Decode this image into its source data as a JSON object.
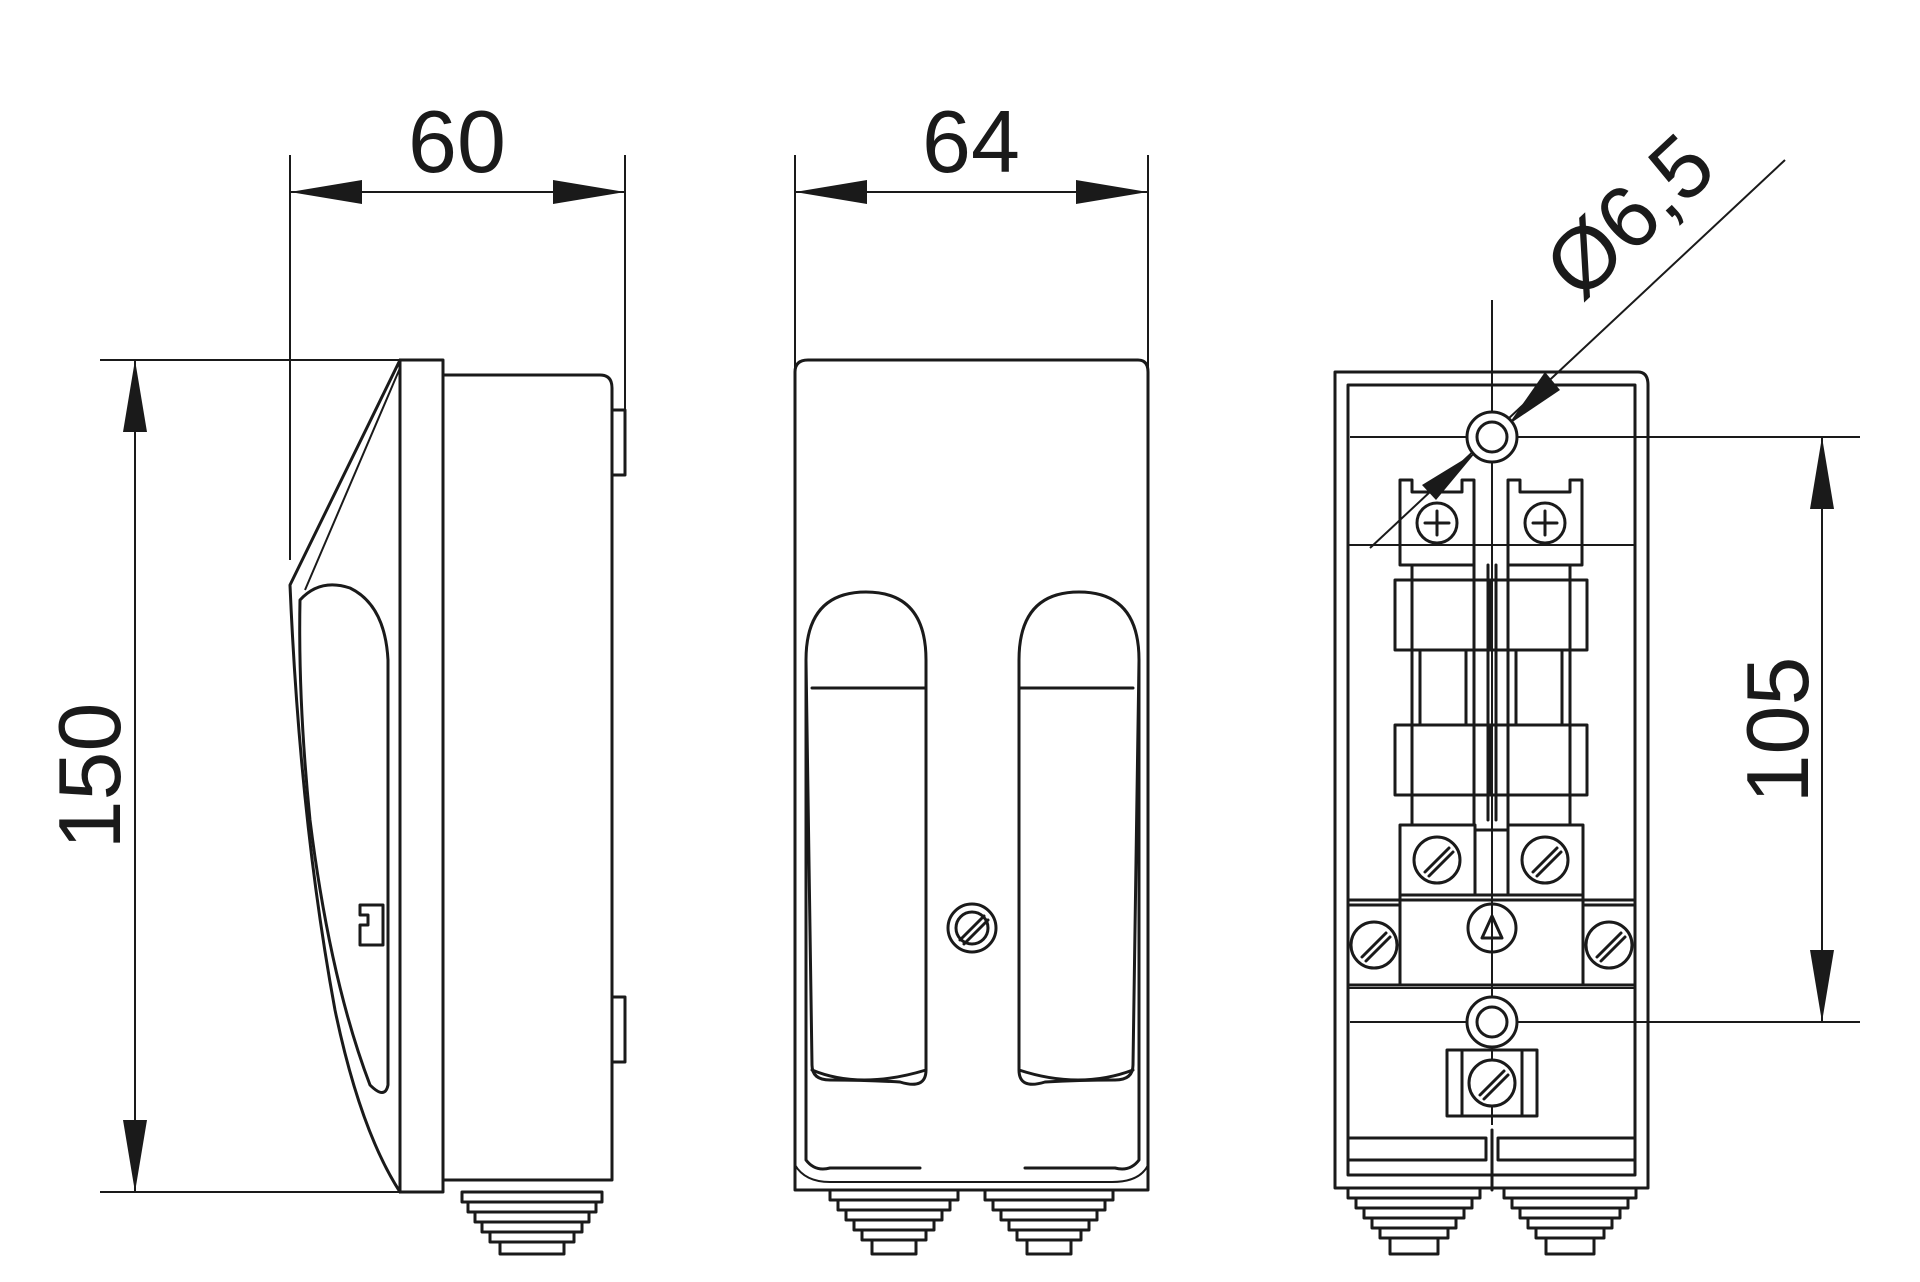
{
  "dimensions": {
    "side_depth": "60",
    "front_width": "64",
    "height": "150",
    "mounting_hole_diameter": "Ø6,5",
    "mounting_hole_spacing": "105"
  },
  "views": [
    "side-view",
    "front-view",
    "open-view"
  ],
  "line_color": "#1a1a1a",
  "background_color": "#ffffff"
}
